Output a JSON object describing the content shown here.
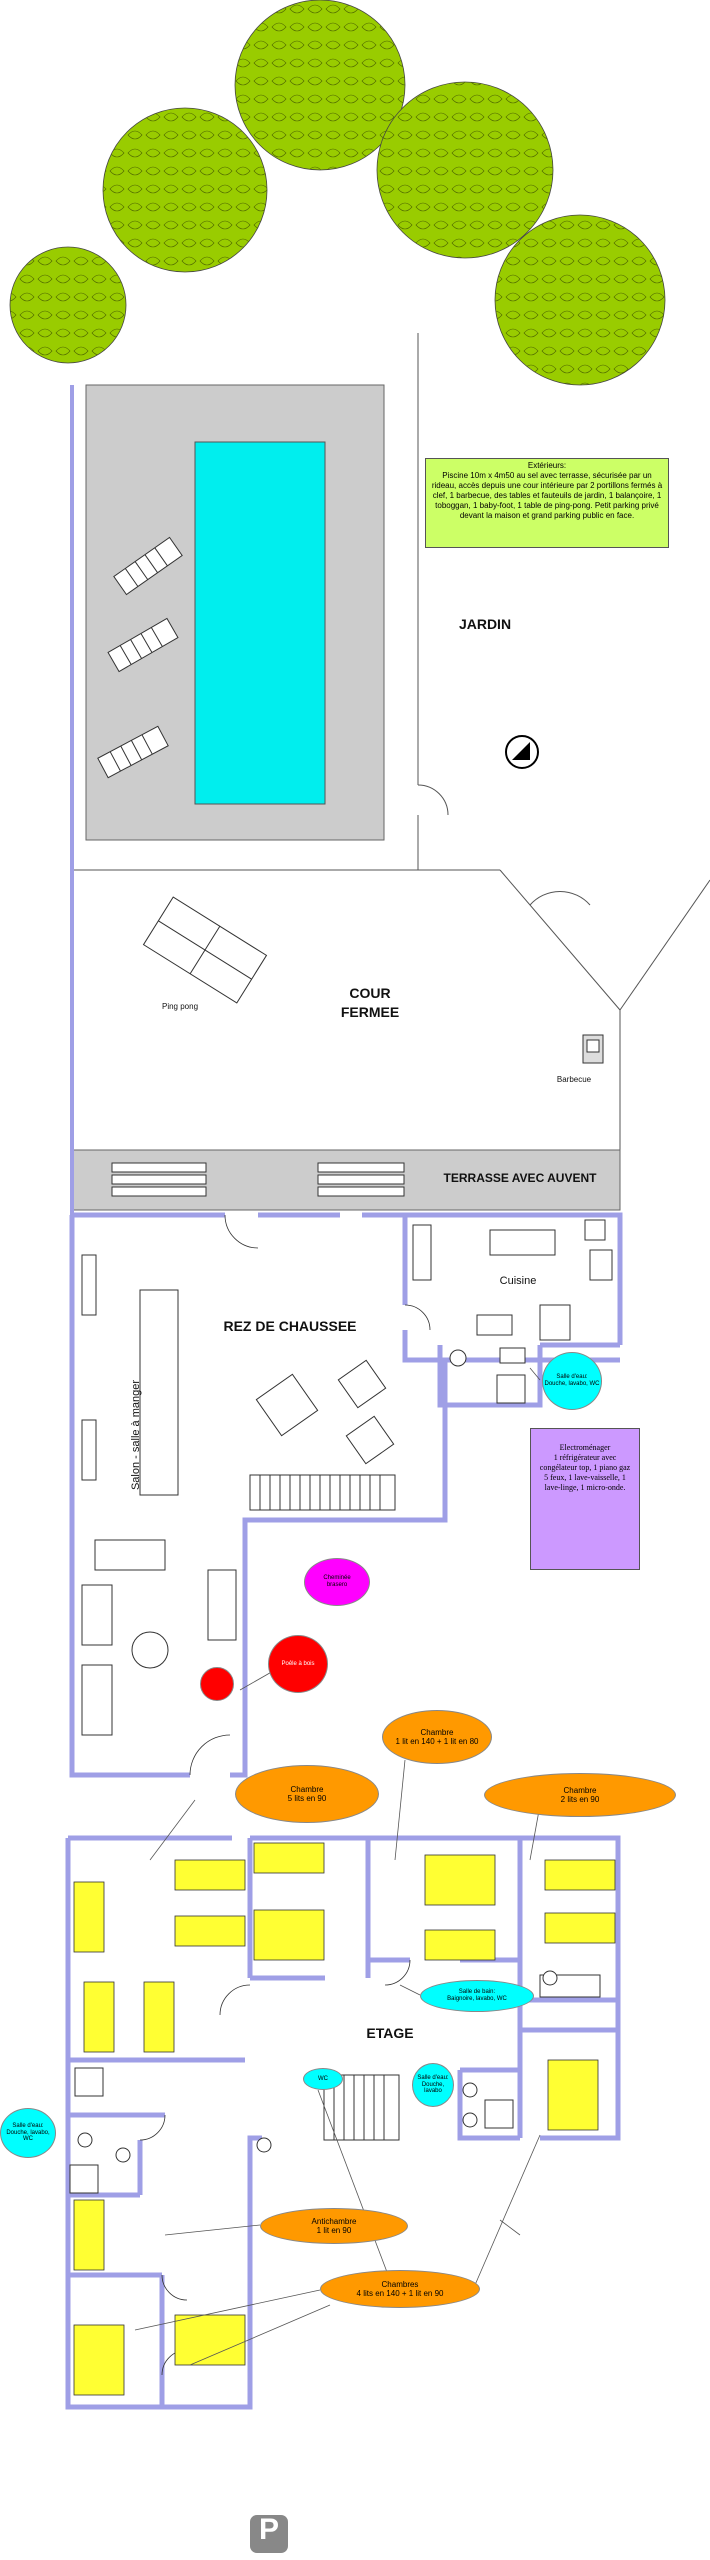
{
  "labels": {
    "jardin": "JARDIN",
    "cour_line1": "COUR",
    "cour_line2": "FERMEE",
    "ping_pong": "Ping pong",
    "barbecue": "Barbecue",
    "terrasse": "TERRASSE AVEC AUVENT",
    "cuisine": "Cuisine",
    "rdc": "REZ DE CHAUSSEE",
    "salon": "Salon - salle à manger",
    "etage": "ETAGE",
    "parking": "P"
  },
  "exterieurs": "Extérieurs:\nPiscine 10m x 4m50 au sel avec terrasse, sécurisée par un rideau, accès depuis une cour intérieure par 2 portillons fermés à clef, 1 barbecue, des tables et fauteuils de jardin, 1 balançoire, 1 toboggan, 1 baby-foot, 1 table de ping-pong. Petit parking privé devant la maison et grand parking public en face.",
  "electromenager": "Electroménager\n1 réfrigérateur avec congélateur top, 1 piano gaz 5 feux, 1 lave-vaisselle, 1 lave-linge, 1 micro-onde.",
  "callouts": {
    "sde_rdc": "Salle d'eau:\nDouche, lavabo, WC",
    "cheminee": "Cheminée\nbrasero",
    "poele": "Poêle à bois",
    "chambre_center": "Chambre\n1 lit en 140 + 1 lit en 80",
    "chambre_left": "Chambre\n5 lits en 90",
    "chambre_right": "Chambre\n2 lits en 90",
    "sdb": "Salle de bain:\nBaignoire, lavabo, WC",
    "wc": "WC",
    "sde_etage": "Salle d'eau:\nDouche, lavabo",
    "sde_left": "Salle d'eau:\nDouche, lavabo, WC",
    "antichambre": "Antichambre\n1 lit en 90",
    "chambres": "Chambres\n4 lits en 140 + 1 lit en 90"
  },
  "colors": {
    "wall": "#9f9fe6",
    "pool": "#00eeee",
    "deck": "#cccccc",
    "tree": "#99cc00",
    "bed": "#ffff33",
    "orange": "#ff9900",
    "cyan": "#00ffff",
    "red": "#ff0000",
    "magenta": "#ff00ff",
    "info_green": "#ccff66",
    "info_purple": "#cc99ff"
  }
}
